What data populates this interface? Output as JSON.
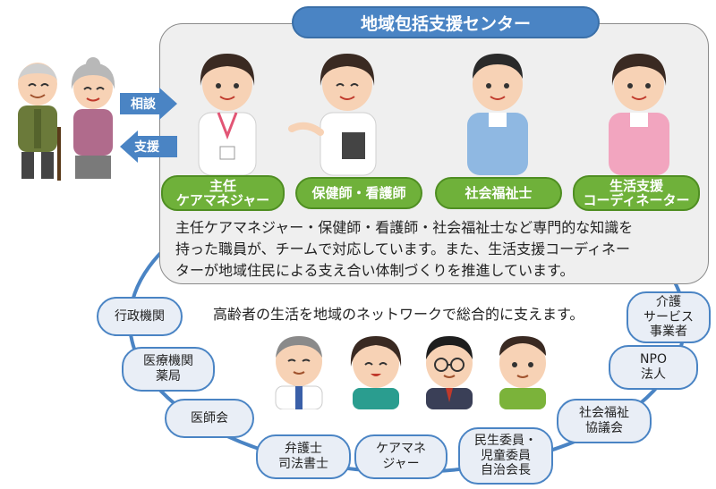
{
  "header": {
    "title": "地域包括支援センター"
  },
  "arrows": {
    "consult": "相談",
    "support": "支援"
  },
  "roles": [
    {
      "line1": "主任",
      "line2": "ケアマネジャー"
    },
    {
      "line1": "保健師・看護師",
      "line2": ""
    },
    {
      "line1": "社会福祉士",
      "line2": ""
    },
    {
      "line1": "生活支援",
      "line2": "コーディネーター"
    }
  ],
  "description": {
    "line1": "主任ケアマネジャー・保健師・看護師・社会福祉士など専門的な知識を",
    "line2": "持った職員が、チームで対応しています。また、生活支援コーディネー",
    "line3": "ターが地域住民による支え合い体制づくりを推進しています。"
  },
  "network_text": "高齢者の生活を地域のネットワークで総合的に支えます。",
  "nodes": {
    "gyosei": {
      "l1": "行政機関",
      "l2": "",
      "l3": ""
    },
    "iryo": {
      "l1": "医療機関",
      "l2": "薬局",
      "l3": ""
    },
    "ishikai": {
      "l1": "医師会",
      "l2": "",
      "l3": ""
    },
    "bengoshi": {
      "l1": "弁護士",
      "l2": "司法書士",
      "l3": ""
    },
    "caremane": {
      "l1": "ケアマネ",
      "l2": "ジャー",
      "l3": ""
    },
    "minsei": {
      "l1": "民生委員・",
      "l2": "児童委員",
      "l3": "自治会長"
    },
    "shakyo": {
      "l1": "社会福祉",
      "l2": "協議会",
      "l3": ""
    },
    "npo": {
      "l1": "NPO",
      "l2": "法人",
      "l3": ""
    },
    "kaigo": {
      "l1": "介護",
      "l2": "サービス",
      "l3": "事業者"
    }
  },
  "colors": {
    "title_blue": "#4a84c4",
    "role_green": "#6fb13a",
    "ring_blue": "#4a84c4",
    "node_fill": "#e9eef6",
    "panel_gray": "#efefef"
  }
}
